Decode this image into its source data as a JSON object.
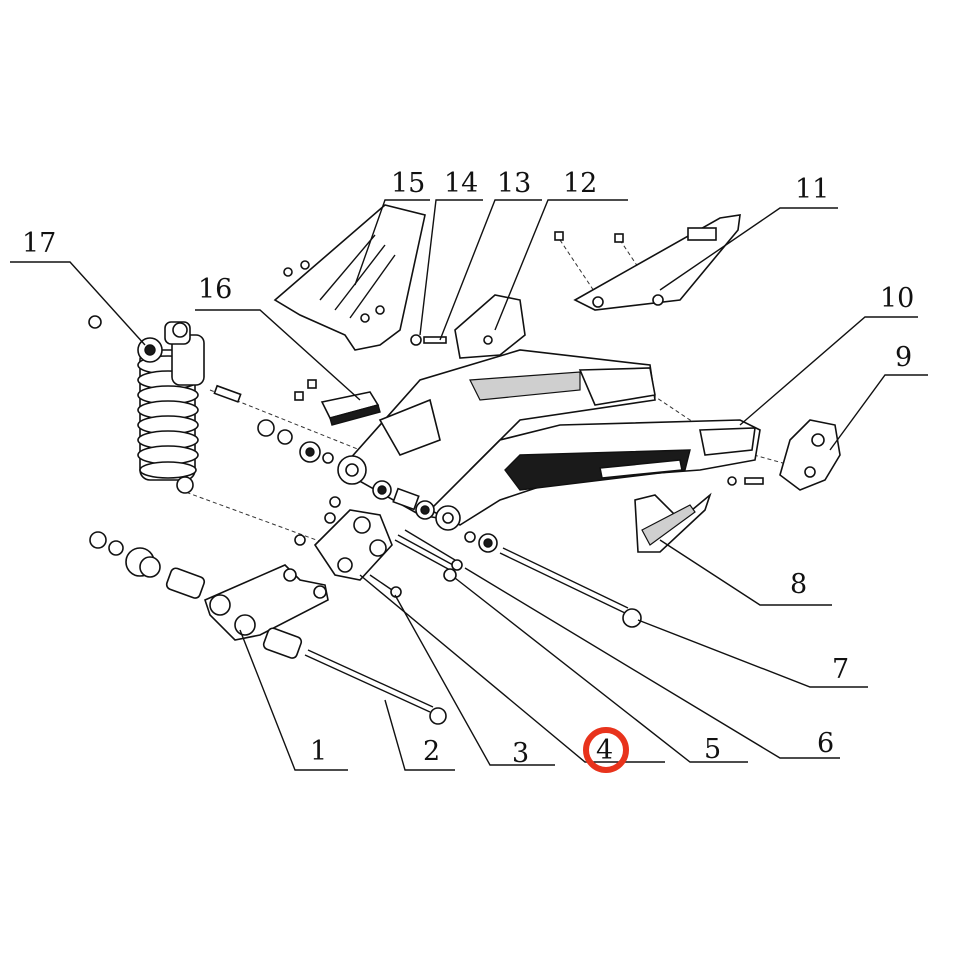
{
  "callouts": [
    {
      "id": "1",
      "text": "1"
    },
    {
      "id": "2",
      "text": "2"
    },
    {
      "id": "3",
      "text": "3"
    },
    {
      "id": "4",
      "text": "4"
    },
    {
      "id": "5",
      "text": "5"
    },
    {
      "id": "6",
      "text": "6"
    },
    {
      "id": "7",
      "text": "7"
    },
    {
      "id": "8",
      "text": "8"
    },
    {
      "id": "9",
      "text": "9"
    },
    {
      "id": "10",
      "text": "10"
    },
    {
      "id": "11",
      "text": "11"
    },
    {
      "id": "12",
      "text": "12"
    },
    {
      "id": "13",
      "text": "13"
    },
    {
      "id": "14",
      "text": "14"
    },
    {
      "id": "15",
      "text": "15"
    },
    {
      "id": "16",
      "text": "16"
    },
    {
      "id": "17",
      "text": "17"
    }
  ],
  "highlighted_callout": "4",
  "colors": {
    "line": "#111111",
    "highlight": "#e8331c",
    "background": "#ffffff"
  }
}
